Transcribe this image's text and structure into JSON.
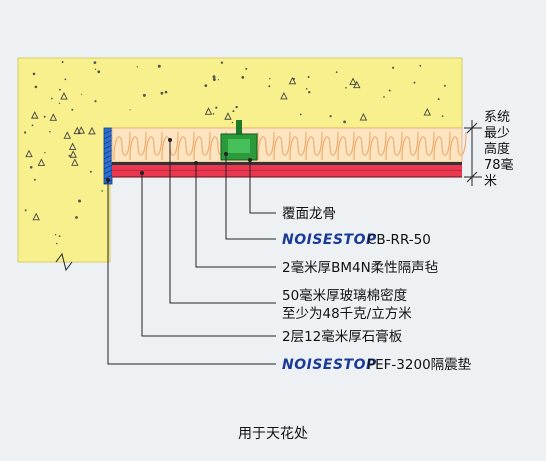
{
  "labels": {
    "l1": "覆面龙骨",
    "l2_brand": "NOISESTOP",
    "l2_text": "CB-RR-50",
    "l3": "2毫米厚BM4N柔性隔声毡",
    "l4a": "50毫米厚玻璃棉密度",
    "l4b": "至少为48千克/立方米",
    "l5": "2层12毫米厚石膏板",
    "l6_brand": "NOISESTOP",
    "l6_text": "PEF-3200隔震垫"
  },
  "side_note": [
    "系统",
    "最少",
    "高度",
    "78毫",
    "米"
  ],
  "caption": "用于天花处",
  "colors": {
    "concrete": "#f7f08c",
    "insulation": "#fde5c2",
    "gypsum": "#e9384f",
    "brand": "#1a3a9a"
  }
}
